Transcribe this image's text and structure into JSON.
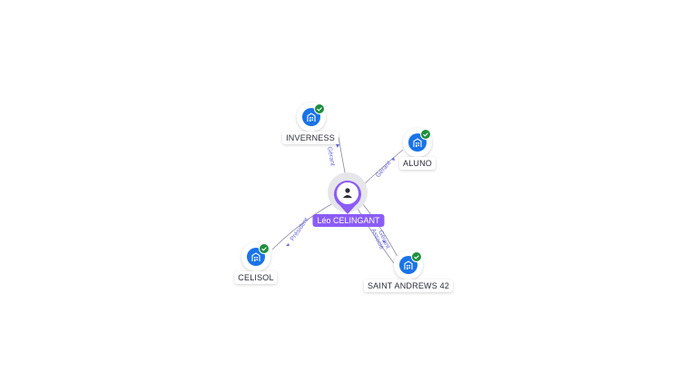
{
  "colors": {
    "company": "#1a73e8",
    "check": "#1e8e3e",
    "person": "#8b5cf6",
    "edge": "#8a8aa0",
    "edge_label": "#6b6bd6"
  },
  "center": {
    "label": "Léo CELINGANT",
    "icon": "person-icon"
  },
  "companies": [
    {
      "name": "INVERNESS",
      "relation": "Gérant",
      "icon": "building-icon",
      "verified": true
    },
    {
      "name": "ALUNO",
      "relation": "Gérant",
      "icon": "building-icon",
      "verified": true
    },
    {
      "name": "SAINT ANDREWS 42",
      "relation": "Gérant",
      "relation2": "Associé",
      "icon": "building-icon",
      "verified": true
    },
    {
      "name": "CELISOL",
      "relation": "Président",
      "icon": "building-icon",
      "verified": true
    }
  ]
}
